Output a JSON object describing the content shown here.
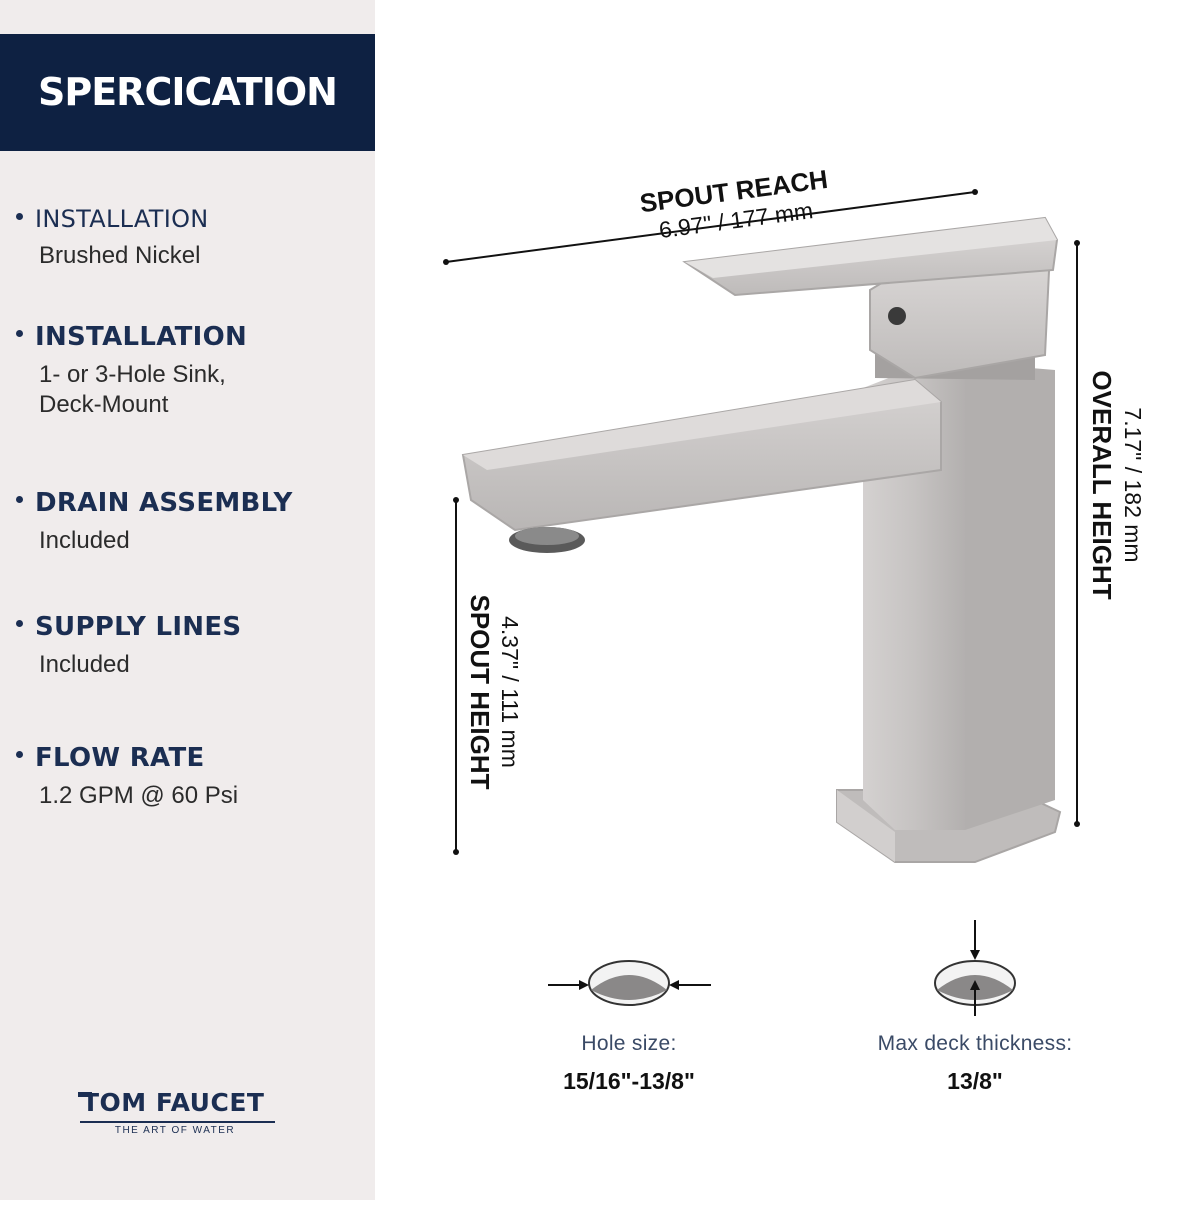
{
  "header": {
    "title": "SPERCICATION"
  },
  "specs": [
    {
      "title": "INSTALLATION",
      "value": "Brushed Nickel"
    },
    {
      "title": "INSTALLATION",
      "value_lines": [
        "1- or 3-Hole Sink,",
        "Deck-Mount"
      ]
    },
    {
      "title": "DRAIN ASSEMBLY",
      "value": "Included"
    },
    {
      "title": "SUPPLY LINES",
      "value": "Included"
    },
    {
      "title": "FLOW RATE",
      "value": "1.2 GPM @ 60 Psi"
    }
  ],
  "dimensions": {
    "spout_reach": {
      "label": "SPOUT REACH",
      "value": "6.97\" / 177 mm"
    },
    "overall_height": {
      "label": "OVERALL HEIGHT",
      "value": "7.17\" / 182 mm"
    },
    "spout_height": {
      "label": "SPOUT HEIGHT",
      "value": "4.37\" / 111 mm"
    }
  },
  "hole_size": {
    "label": "Hole size:",
    "value": "15/16\"-13/8\""
  },
  "deck_thickness": {
    "label": "Max deck thickness:",
    "value": "13/8\""
  },
  "brand": {
    "name": "TOM FAUCET",
    "tagline": "THE ART OF WATER"
  },
  "colors": {
    "navy": "#0e2142",
    "sidebar": "#f0ecec",
    "nickel": "#c9c6c5"
  }
}
